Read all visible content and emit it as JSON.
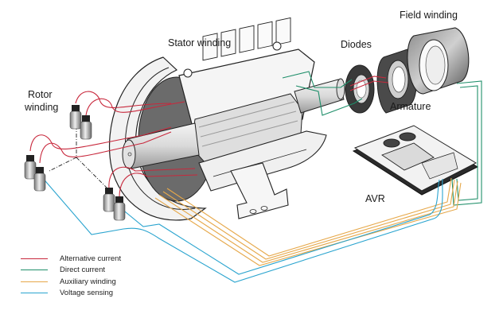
{
  "labels": {
    "stator_winding": "Stator winding",
    "rotor_winding_line1": "Rotor",
    "rotor_winding_line2": "winding",
    "diodes": "Diodes",
    "field_winding": "Field winding",
    "armature": "Armature",
    "avr": "AVR"
  },
  "legend": [
    {
      "label": "Alternative current",
      "color": "#c8283c"
    },
    {
      "label": "Direct current",
      "color": "#1f8f6a"
    },
    {
      "label": "Auxiliary winding",
      "color": "#e6a84a"
    },
    {
      "label": "Voltage sensing",
      "color": "#2aa4cf"
    }
  ],
  "colors": {
    "ac": "#c8283c",
    "dc": "#1f8f6a",
    "aux": "#e6a84a",
    "sensing": "#2aa4cf",
    "line": "#222222",
    "metal_light": "#e6e6e6",
    "metal_mid": "#b9b9b9",
    "metal_dark": "#5a5a5a"
  }
}
